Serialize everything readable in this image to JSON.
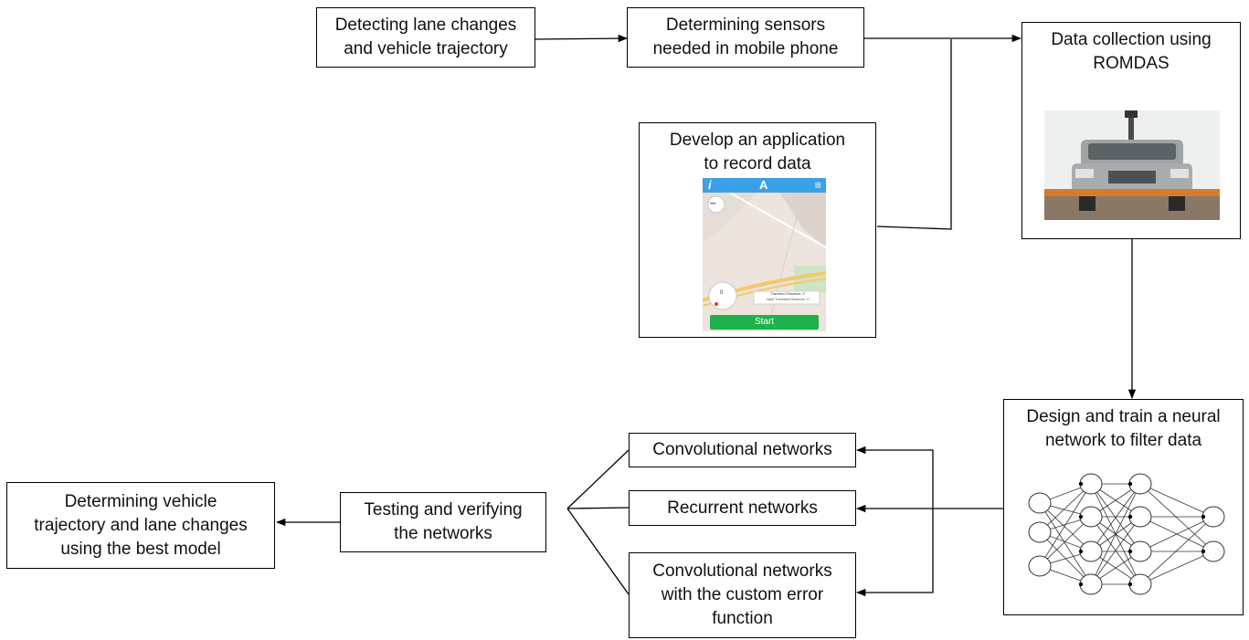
{
  "nodes": {
    "detect": {
      "lines": [
        "Detecting lane changes",
        "and vehicle trajectory"
      ]
    },
    "sensors": {
      "lines": [
        "Determining sensors",
        "needed in mobile phone"
      ]
    },
    "romdas": {
      "lines": [
        "Data collection using",
        "ROMDAS"
      ]
    },
    "app": {
      "lines": [
        "Develop an application",
        "to record data"
      ]
    },
    "nn": {
      "lines": [
        "Design and train a neural",
        "network to filter data"
      ]
    },
    "conv": {
      "lines": [
        "Convolutional networks"
      ]
    },
    "recurrent": {
      "lines": [
        "Recurrent networks"
      ]
    },
    "custom": {
      "lines": [
        "Convolutional networks",
        "with the custom error",
        "function"
      ]
    },
    "testing": {
      "lines": [
        "Testing and verifying",
        "the networks"
      ]
    },
    "result": {
      "lines": [
        "Determining vehicle",
        "trajectory and lane changes",
        "using the best model"
      ]
    }
  },
  "phone": {
    "start_label": "Start",
    "info_glyph": "i",
    "nav_glyph": "A",
    "menu_glyph": "≡",
    "dots_glyph": "•••",
    "speed_value": "0",
    "distance_line": "Travelled Distance: 0",
    "distance_sub": "Vakil Travelled Distance: 0",
    "map_colors": {
      "land": "#ece4dd",
      "park": "#cfe3c6",
      "road": "#f2c96b"
    }
  },
  "romdas_image": {
    "icon": "car-photo",
    "colors": {
      "sky": "#eef0f0",
      "ground": "#8a7866",
      "body": "#a9acae",
      "bar": "#d67a2d"
    }
  }
}
